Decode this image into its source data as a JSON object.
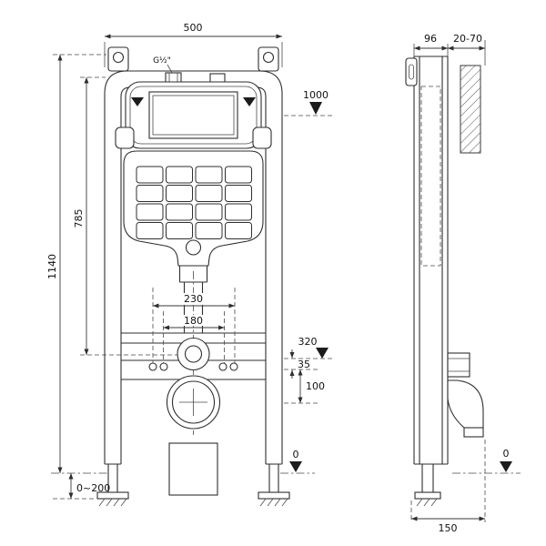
{
  "meta": {
    "title": "Concealed WC installation frame — dimensional drawing",
    "background": "#ffffff",
    "line_color": "#2e2e2e"
  },
  "labels": {
    "width_500": "500",
    "thread": "G½\"",
    "height_1140": "1140",
    "height_785": "785",
    "foot_range": "0~200",
    "level_1000": "1000",
    "spacing_230": "230",
    "spacing_180": "180",
    "level_320": "320",
    "offset_35": "35",
    "offset_100": "100",
    "level_0_front": "0",
    "depth_96": "96",
    "wall_gap_20_70": "20-70",
    "base_150": "150",
    "level_0_side": "0"
  }
}
